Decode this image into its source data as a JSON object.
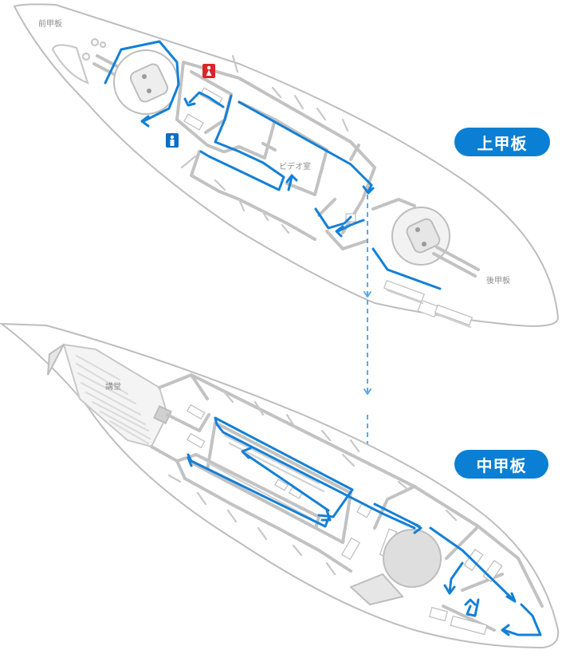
{
  "decks": {
    "upper": {
      "badge": "上甲板",
      "labels": {
        "bow": "前甲板",
        "stern": "後甲板",
        "video_room": "ビデオ室"
      }
    },
    "middle": {
      "badge": "中甲板",
      "labels": {
        "auditorium": "講堂"
      }
    }
  },
  "icons": {
    "womens_restroom": "womens-restroom-icon",
    "mens_restroom": "mens-restroom-icon"
  },
  "colors": {
    "route": "#1480d6",
    "link_route": "#55aaea",
    "badge": "#0a7fd3",
    "womens": "#d9262a",
    "mens": "#0a6fc4",
    "walls": "#c2c2c2"
  }
}
